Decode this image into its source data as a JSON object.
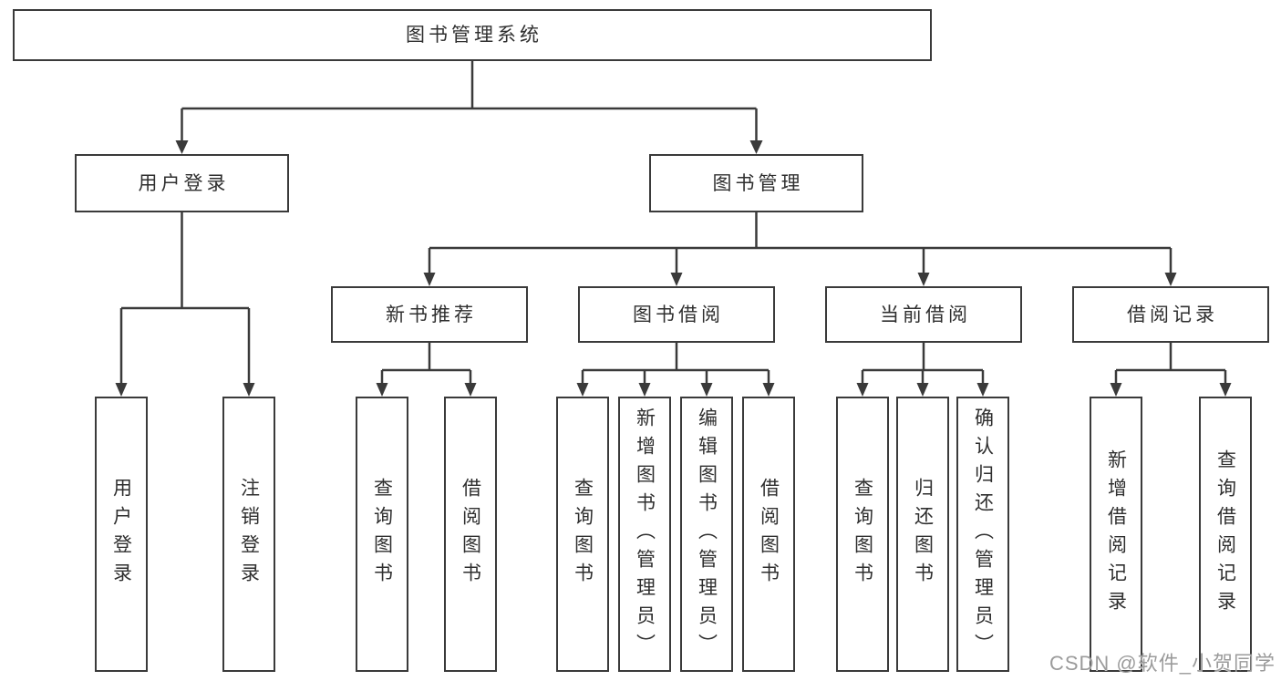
{
  "diagram_title": "图书管理系统",
  "tree": {
    "root": {
      "label": "图书管理系统",
      "children": [
        {
          "label": "用户登录",
          "children": [
            {
              "label": "用户登录"
            },
            {
              "label": "注销登录"
            }
          ]
        },
        {
          "label": "图书管理",
          "children": [
            {
              "label": "新书推荐",
              "children": [
                {
                  "label": "查询图书"
                },
                {
                  "label": "借阅图书"
                }
              ]
            },
            {
              "label": "图书借阅",
              "children": [
                {
                  "label": "查询图书"
                },
                {
                  "label": "新增图书（管理员）"
                },
                {
                  "label": "编辑图书（管理员）"
                },
                {
                  "label": "借阅图书"
                }
              ]
            },
            {
              "label": "当前借阅",
              "children": [
                {
                  "label": "查询图书"
                },
                {
                  "label": "归还图书"
                },
                {
                  "label": "确认归还（管理员）"
                }
              ]
            },
            {
              "label": "借阅记录",
              "children": [
                {
                  "label": "新增借阅记录"
                },
                {
                  "label": "查询借阅记录"
                }
              ]
            }
          ]
        }
      ]
    }
  },
  "watermark": {
    "text": "CSDN @软件_小贺同学"
  },
  "colors": {
    "line": "#3a3a3a",
    "box_border": "#3a3a3a",
    "text": "#2f2f2f",
    "background": "#ffffff",
    "watermark": "#9b9b9b"
  }
}
